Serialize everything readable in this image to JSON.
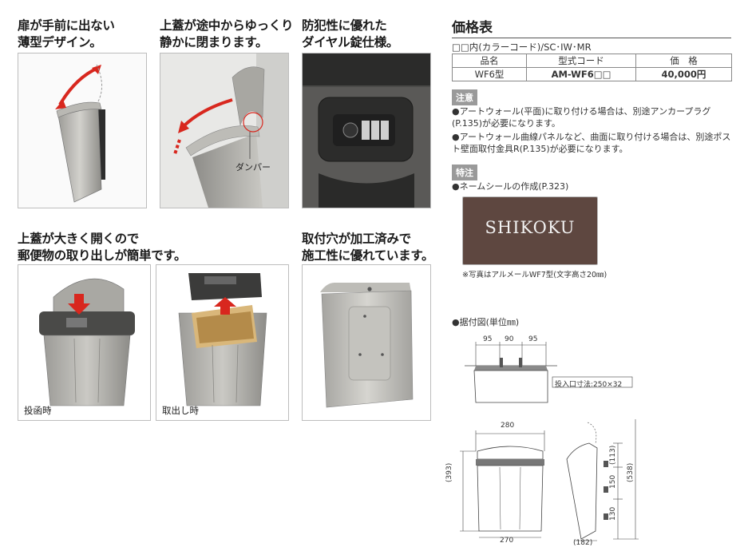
{
  "features": {
    "f1": {
      "line1": "扉が手前に出ない",
      "line2": "薄型デザイン。"
    },
    "f2": {
      "line1": "上蓋が途中からゆっくり",
      "line2": "静かに閉まります。",
      "label": "ダンパー"
    },
    "f3": {
      "line1": "防犯性に優れた",
      "line2": "ダイヤル錠仕様。"
    },
    "f4": {
      "line1": "上蓋が大きく開くので",
      "line2": "郵便物の取り出しが簡単です。",
      "cap_left": "投函時",
      "cap_right": "取出し時"
    },
    "f5": {
      "line1": "取付穴が加工済みで",
      "line2": "施工性に優れています。"
    }
  },
  "price": {
    "title": "価格表",
    "color_codes": "□□内(カラーコード)/SC･IW･MR",
    "headers": [
      "品名",
      "型式コード",
      "価　格"
    ],
    "rows": [
      {
        "name": "WF6型",
        "code": "AM-WF6□□",
        "price": "40,000円"
      }
    ]
  },
  "caution": {
    "tag": "注意",
    "items": [
      "●アートウォール(平面)に取り付ける場合は、別途アンカープラグ(P.135)が必要になります。",
      "●アートウォール曲線パネルなど、曲面に取り付ける場合は、別途ポスト壁面取付金具R(P.135)が必要になります。"
    ]
  },
  "special": {
    "tag": "特注",
    "item": "●ネームシールの作成(P.323)",
    "plate_text": "SHIKOKU",
    "photo_note": "※写真はアルメールWF7型(文字高さ20㎜)"
  },
  "diagram": {
    "title": "●据付図(単位㎜)",
    "top_dims": [
      "95",
      "90",
      "95"
    ],
    "slot": "投入口寸法:250×32",
    "front_width_top": "280",
    "front_width_bottom": "270",
    "front_height": "(393)",
    "side_dims": [
      "(113)",
      "150",
      "130"
    ],
    "side_total": "(538)",
    "side_depth": "(182)"
  }
}
